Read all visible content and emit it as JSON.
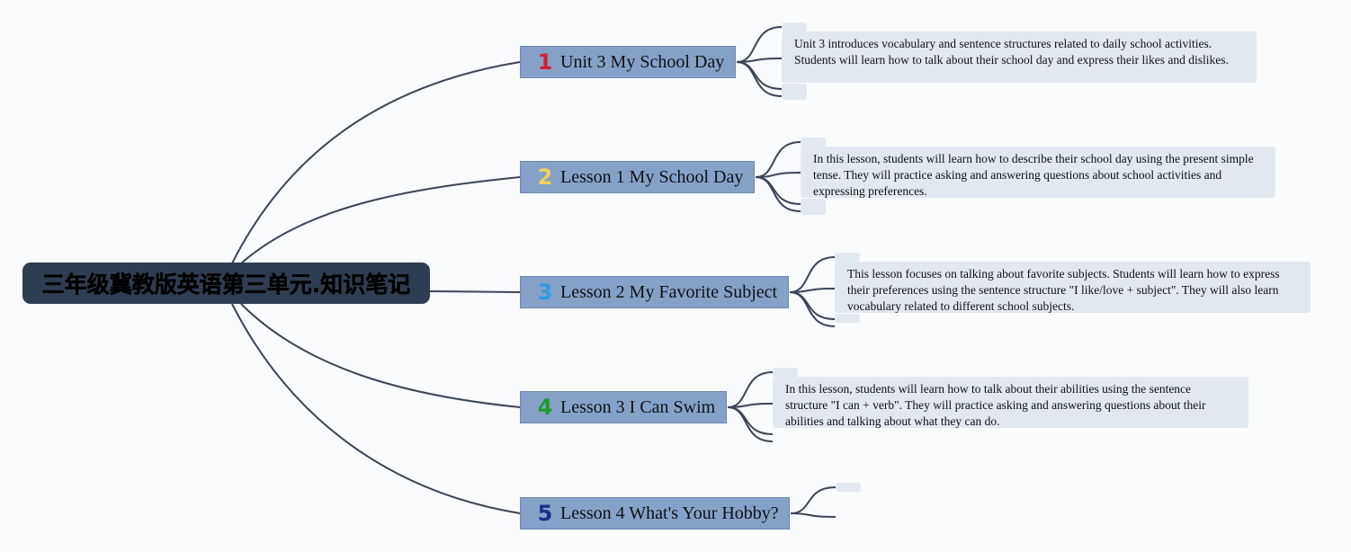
{
  "root": {
    "title": "三年级冀教版英语第三单元.知识笔记"
  },
  "branches": [
    {
      "number": "1",
      "number_color": "#d11f3a",
      "label": "Unit 3 My School Day",
      "note": "Unit 3 introduces vocabulary and sentence structures related to daily school activities. Students will learn how to talk about their school day and express their likes and dislikes."
    },
    {
      "number": "2",
      "number_color": "#f0d25a",
      "label": "Lesson 1 My School Day",
      "note": "In this lesson, students will learn how to describe their school day using the present simple tense. They will practice asking and answering questions about school activities and expressing preferences."
    },
    {
      "number": "3",
      "number_color": "#2f9be0",
      "label": "Lesson 2 My Favorite Subject",
      "note": "This lesson focuses on talking about favorite subjects. Students will learn how to express their preferences using the sentence structure \"I like/love + subject\". They will also learn vocabulary related to different school subjects."
    },
    {
      "number": "4",
      "number_color": "#1f9a2e",
      "label": "Lesson 3 I Can Swim",
      "note": "In this lesson, students will learn how to talk about their abilities using the sentence structure \"I can + verb\". They will practice asking and answering questions about their abilities and talking about what they can do."
    },
    {
      "number": "5",
      "number_color": "#1c2e8c",
      "label": "Lesson 4 What's Your Hobby?",
      "note": ""
    }
  ],
  "colors": {
    "edge": "#3a4558",
    "root_bg": "#2f3d52",
    "topic_bg": "#86a1c8",
    "note_bg": "#e2e8f0"
  }
}
